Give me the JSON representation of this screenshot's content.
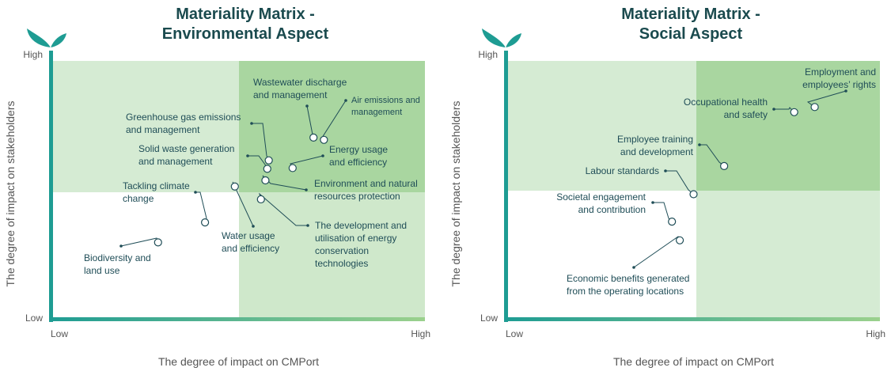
{
  "colors": {
    "title": "#1a4a4e",
    "quadrant_light": "#d5ebd3",
    "quadrant_dark": "#a9d6a0",
    "quadrant_mid": "#cfe8cb",
    "axis_y": "#1e9c93",
    "axis_x_start": "#1e9c93",
    "axis_x_end": "#9bd18d",
    "marker_stroke": "#1f4d57",
    "leaf": "#1e9c93"
  },
  "chart_data": [
    {
      "type": "scatter",
      "title": [
        "Materiality Matrix -",
        "Environmental Aspect"
      ],
      "xlabel": "The degree of impact on CMPort",
      "ylabel": "The degree of impact on stakeholders",
      "xlim": [
        0,
        1
      ],
      "ylim": [
        0,
        1
      ],
      "x_tick_labels": [
        "Low",
        "High"
      ],
      "y_tick_labels": [
        "Low",
        "High"
      ],
      "grid": false,
      "legend": "none",
      "points": [
        {
          "label": [
            "Wastewater discharge",
            "and management"
          ],
          "x": 0.701,
          "y": 0.701
        },
        {
          "label": [
            "Air emissions and",
            "management"
          ],
          "x": 0.729,
          "y": 0.692
        },
        {
          "label": [
            "Greenhouse gas emissions",
            "and management"
          ],
          "x": 0.581,
          "y": 0.612
        },
        {
          "label": [
            "Solid waste generation",
            "and management"
          ],
          "x": 0.577,
          "y": 0.579
        },
        {
          "label": [
            "Energy usage",
            "and efficiency"
          ],
          "x": 0.645,
          "y": 0.582
        },
        {
          "label": [
            "Environment and natural",
            "resources protection"
          ],
          "x": 0.572,
          "y": 0.534
        },
        {
          "label": [
            "Tackling climate",
            "change"
          ],
          "x": 0.41,
          "y": 0.37
        },
        {
          "label": [
            "Water usage",
            "and efficiency"
          ],
          "x": 0.49,
          "y": 0.51
        },
        {
          "label": [
            "The development and",
            "utilisation of energy",
            "conservation",
            "technologies"
          ],
          "x": 0.56,
          "y": 0.46
        },
        {
          "label": [
            "Biodiversity and",
            "land use"
          ],
          "x": 0.284,
          "y": 0.292
        }
      ]
    },
    {
      "type": "scatter",
      "title": [
        "Materiality Matrix -",
        "Social Aspect"
      ],
      "xlabel": "The degree of impact on CMPort",
      "ylabel": "The degree of impact on stakeholders",
      "xlim": [
        0,
        1
      ],
      "ylim": [
        0,
        1
      ],
      "x_tick_labels": [
        "Low",
        "High"
      ],
      "y_tick_labels": [
        "Low",
        "High"
      ],
      "grid": false,
      "legend": "none",
      "points": [
        {
          "label": [
            "Employment and",
            "employees’ rights"
          ],
          "x": 0.825,
          "y": 0.82
        },
        {
          "label": [
            "Occupational health",
            "and safety"
          ],
          "x": 0.77,
          "y": 0.8
        },
        {
          "label": [
            "Employee training",
            "and development"
          ],
          "x": 0.582,
          "y": 0.59
        },
        {
          "label": [
            "Labour standards"
          ],
          "x": 0.5,
          "y": 0.48
        },
        {
          "label": [
            "Societal engagement",
            "and contribution"
          ],
          "x": 0.442,
          "y": 0.373
        },
        {
          "label": [
            "Economic benefits generated",
            "from the operating locations"
          ],
          "x": 0.463,
          "y": 0.3
        }
      ]
    }
  ]
}
